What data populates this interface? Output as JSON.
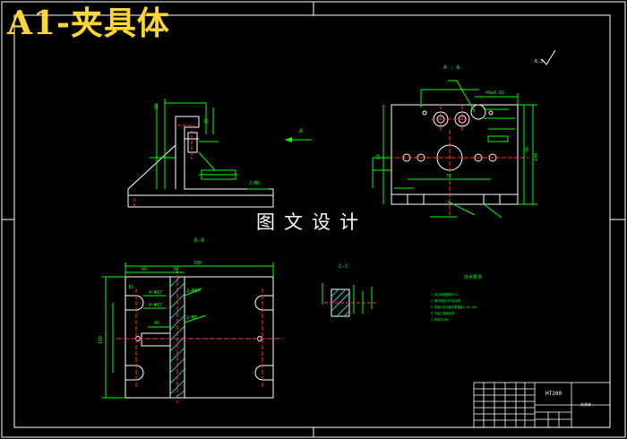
{
  "overlay_title": "A1-夹具体",
  "watermark": "图文设计",
  "views": {
    "view_a_arrow": "A",
    "section_aa": "A - A",
    "section_bb": "B-B",
    "section_cc": "C-C",
    "tech_req_heading": "技术要求",
    "tech_req_lines": [
      "1.未注铸造圆角R3~5",
      "2.铸件需进行时效处理",
      "3.底面与定位面的垂直度0.02/100",
      "4.不加工表面涂漆",
      "5.材料HT200"
    ],
    "roughness_mark": "6.3"
  },
  "dims": {
    "b_top_left": "60",
    "b_top_mid": "30",
    "b_top_overall": "180",
    "b_left_1": "15",
    "b_left_2": "4-Φ17",
    "b_left_3": "4-Φ17",
    "b_left_overall": "100",
    "b_mid_1": "2-Φ10",
    "b_mid_2": "2-M8",
    "b_mid_3": "40",
    "a_top_1": "40±0.02",
    "a_bottom_1": "70",
    "a_right_1": "140",
    "a_right_2": "90",
    "a_left_1": "80",
    "side_1": "30",
    "side_2": "20",
    "side_3": "2-M8"
  },
  "title_block": {
    "material": "HT200",
    "stamp": "夹具体"
  },
  "colors": {
    "background": "#000000",
    "outline": "#ffffff",
    "dimension": "#00ff00",
    "centerline": "#ff3030",
    "hatch": "#00ffff",
    "title": "#ffd633"
  }
}
